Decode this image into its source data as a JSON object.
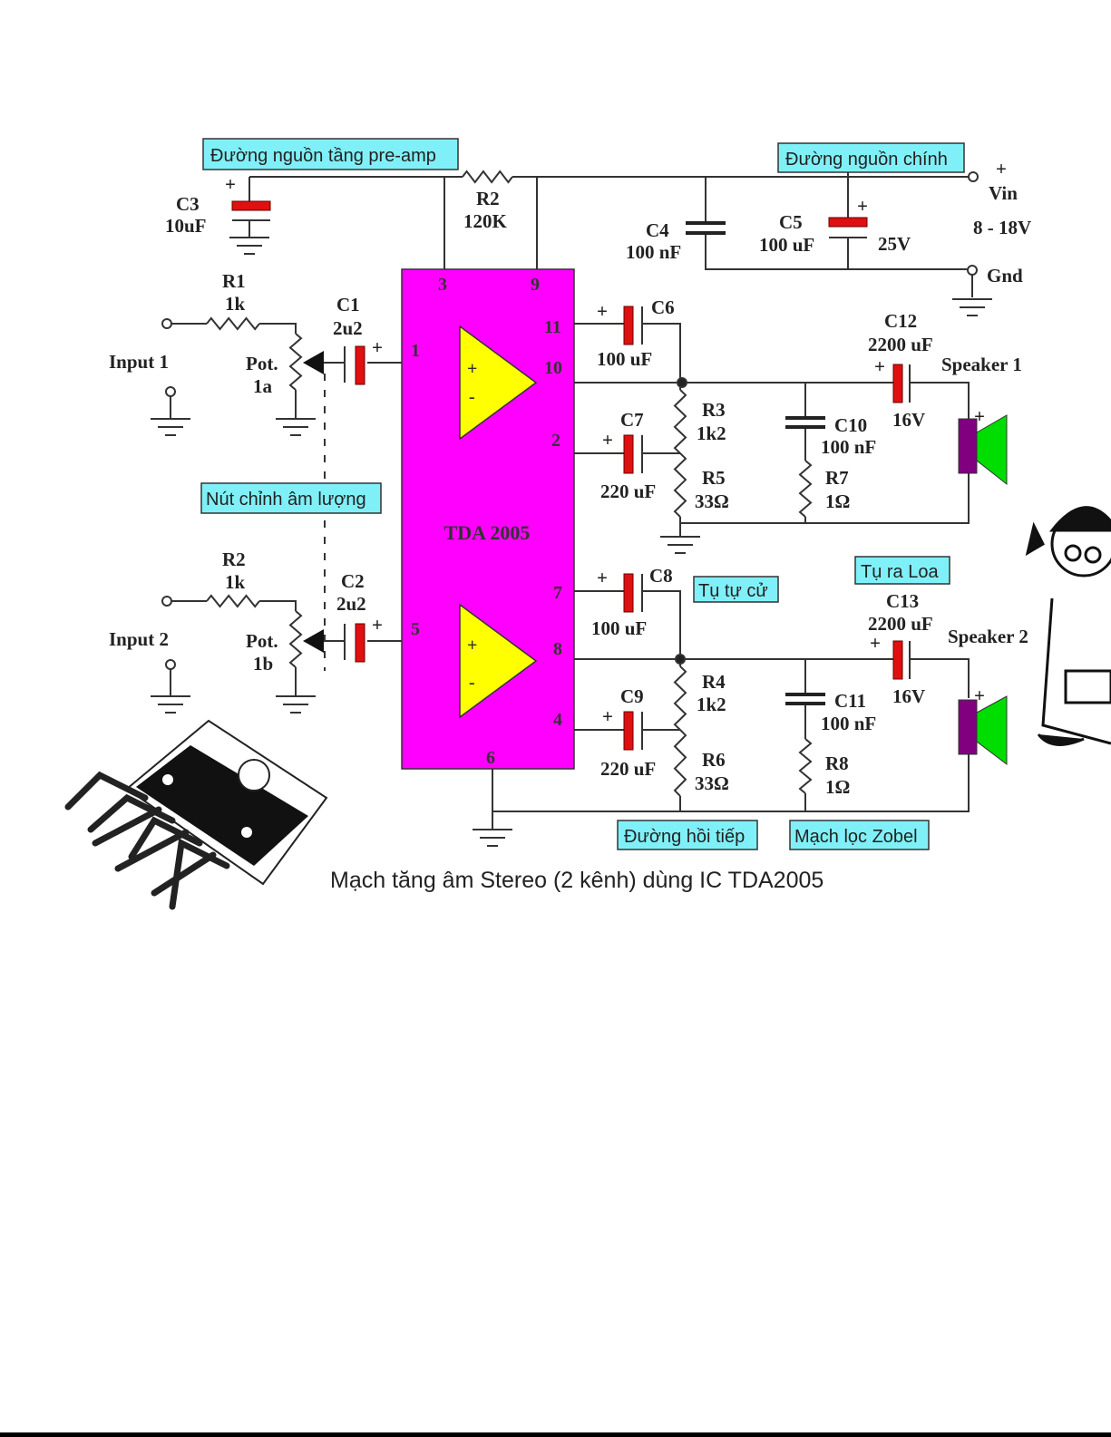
{
  "title_caption": "Mạch tăng âm Stereo (2 kênh) dùng IC TDA2005",
  "ic": {
    "name": "TDA 2005",
    "pins": [
      "3",
      "9",
      "11",
      "10",
      "1",
      "2",
      "7",
      "8",
      "5",
      "4",
      "6"
    ]
  },
  "annotations": {
    "preamp_rail": "Đường nguồn tầng pre-amp",
    "main_rail": "Đường nguồn chính",
    "volume_knob": "Nút chỉnh âm lượng",
    "bootstrap_cap": "Tụ tự cử",
    "output_cap": "Tụ ra Loa",
    "feedback_path": "Đường hồi tiếp",
    "zobel_filter": "Mạch lọc Zobel"
  },
  "power": {
    "vin_plus": "+",
    "vin": "Vin",
    "vin_range": "8 - 18V",
    "gnd": "Gnd"
  },
  "components": {
    "C3": {
      "ref": "C3",
      "value": "10uF"
    },
    "R2top": {
      "ref": "R2",
      "value": "120K"
    },
    "C4": {
      "ref": "C4",
      "value": "100 nF"
    },
    "C5": {
      "ref": "C5",
      "value": "100 uF",
      "rating": "25V"
    },
    "R1": {
      "ref": "R1",
      "value": "1k"
    },
    "C1": {
      "ref": "C1",
      "value": "2u2"
    },
    "Pot1": {
      "ref": "Pot.",
      "value": "1a"
    },
    "C6": {
      "ref": "C6",
      "value": "100 uF"
    },
    "C7": {
      "ref": "C7",
      "value": "220 uF"
    },
    "R3": {
      "ref": "R3",
      "value": "1k2"
    },
    "R5": {
      "ref": "R5",
      "value": "33Ω"
    },
    "C10": {
      "ref": "C10",
      "value": "100 nF"
    },
    "R7": {
      "ref": "R7",
      "value": "1Ω"
    },
    "C12": {
      "ref": "C12",
      "value": "2200 uF",
      "rating": "16V"
    },
    "R2b": {
      "ref": "R2",
      "value": "1k"
    },
    "C2": {
      "ref": "C2",
      "value": "2u2"
    },
    "Pot2": {
      "ref": "Pot.",
      "value": "1b"
    },
    "C8": {
      "ref": "C8",
      "value": "100 uF"
    },
    "C9": {
      "ref": "C9",
      "value": "220 uF"
    },
    "R4": {
      "ref": "R4",
      "value": "1k2"
    },
    "R6": {
      "ref": "R6",
      "value": "33Ω"
    },
    "C11": {
      "ref": "C11",
      "value": "100 nF"
    },
    "R8": {
      "ref": "R8",
      "value": "1Ω"
    },
    "C13": {
      "ref": "C13",
      "value": "2200 uF",
      "rating": "16V"
    }
  },
  "io": {
    "input1": "Input 1",
    "input2": "Input 2",
    "speaker1": "Speaker 1",
    "speaker2": "Speaker 2",
    "plus": "+",
    "minus": "-"
  },
  "colors": {
    "ic_body": "#ff00ff",
    "opamp": "#ffff00",
    "electrolytic_plate": "#e01010",
    "speaker_magnet": "#800080",
    "speaker_cone": "#00dd00",
    "label_box": "#80f0f8"
  }
}
